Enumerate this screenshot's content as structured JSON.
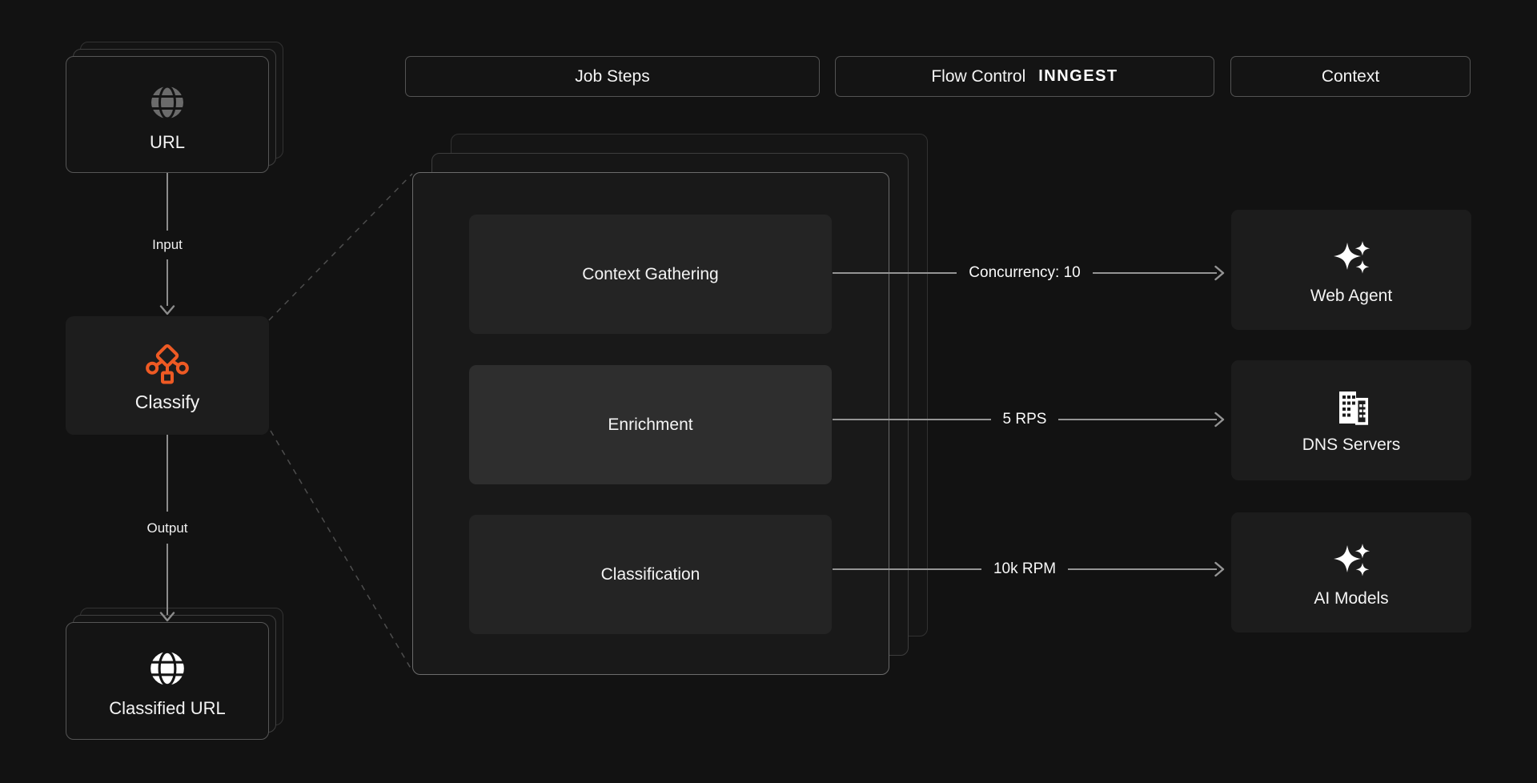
{
  "headers": {
    "job_steps": "Job Steps",
    "flow_control": "Flow Control",
    "flow_control_brand": "INNGEST",
    "context": "Context"
  },
  "left_flow": {
    "source_label": "URL",
    "input_edge_label": "Input",
    "classify_label": "Classify",
    "output_edge_label": "Output",
    "sink_label": "Classified URL"
  },
  "steps": [
    {
      "label": "Context Gathering"
    },
    {
      "label": "Enrichment"
    },
    {
      "label": "Classification"
    }
  ],
  "flow_edges": [
    {
      "label": "Concurrency: 10"
    },
    {
      "label": "5 RPS"
    },
    {
      "label": "10k RPM"
    }
  ],
  "services": [
    {
      "label": "Web Agent",
      "icon": "sparkles-icon"
    },
    {
      "label": "DNS Servers",
      "icon": "building-icon"
    },
    {
      "label": "AI Models",
      "icon": "sparkles-icon"
    }
  ],
  "colors": {
    "background": "#121212",
    "accent_orange": "#ee5a24",
    "arrow_gray": "#949494",
    "card_background": "#1c1c1c",
    "highlight_step_background": "#2e2e2e"
  }
}
